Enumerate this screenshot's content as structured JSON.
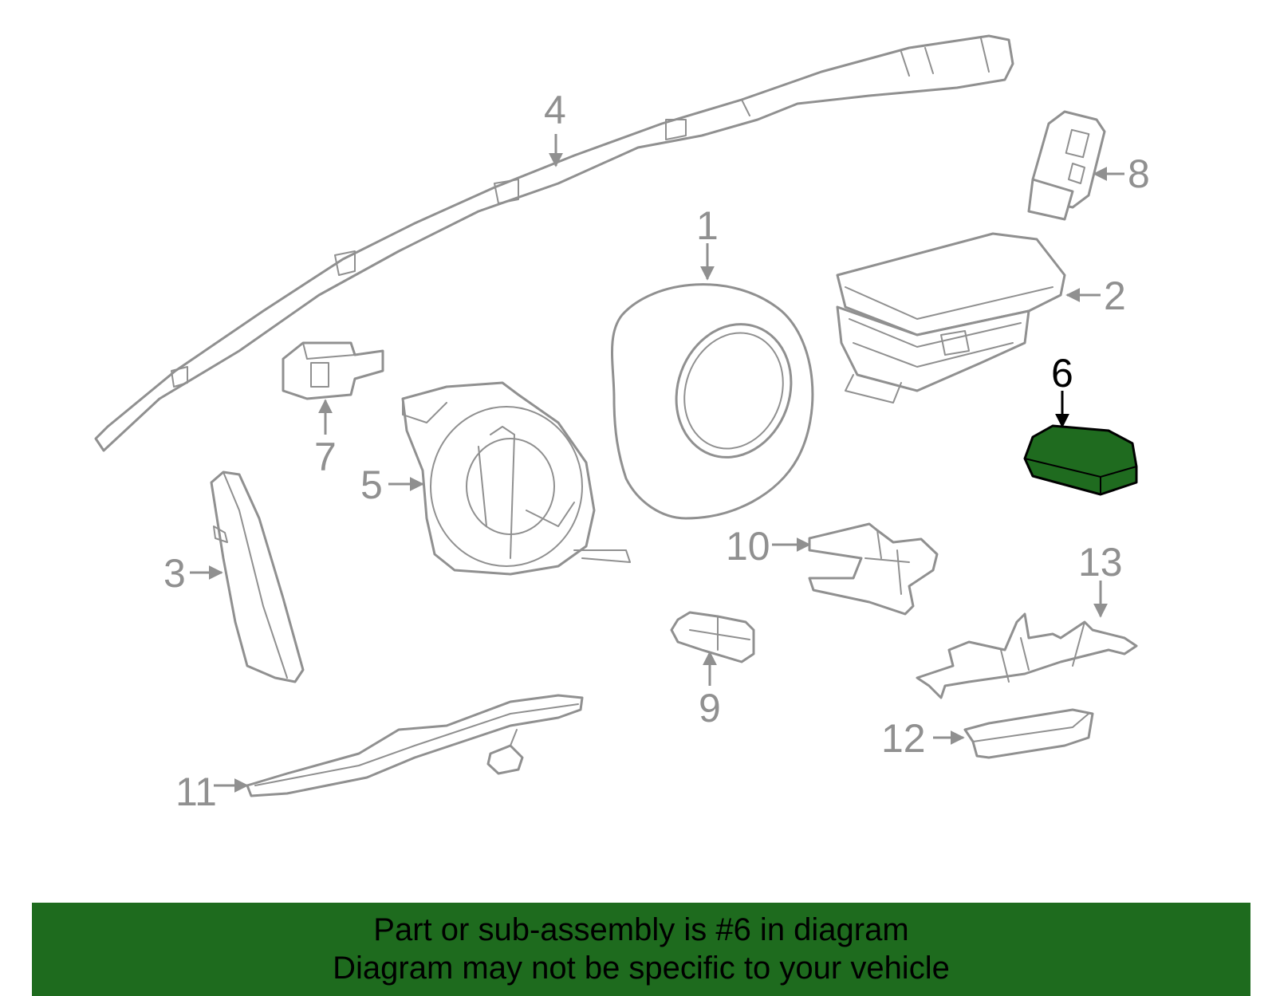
{
  "colors": {
    "part_stroke": "#909090",
    "highlight_fill": "#1f6b1f",
    "highlight_stroke": "#000000",
    "banner_bg": "#1e6b1e",
    "banner_text": "#000000"
  },
  "callouts": [
    {
      "id": "1",
      "label": "1"
    },
    {
      "id": "2",
      "label": "2"
    },
    {
      "id": "3",
      "label": "3"
    },
    {
      "id": "4",
      "label": "4"
    },
    {
      "id": "5",
      "label": "5"
    },
    {
      "id": "6",
      "label": "6",
      "highlighted": true
    },
    {
      "id": "7",
      "label": "7"
    },
    {
      "id": "8",
      "label": "8"
    },
    {
      "id": "9",
      "label": "9"
    },
    {
      "id": "10",
      "label": "10"
    },
    {
      "id": "11",
      "label": "11"
    },
    {
      "id": "12",
      "label": "12"
    },
    {
      "id": "13",
      "label": "13"
    }
  ],
  "banner": {
    "line1": "Part or sub-assembly is #6 in diagram",
    "line2": "Diagram may not be specific to your vehicle"
  }
}
